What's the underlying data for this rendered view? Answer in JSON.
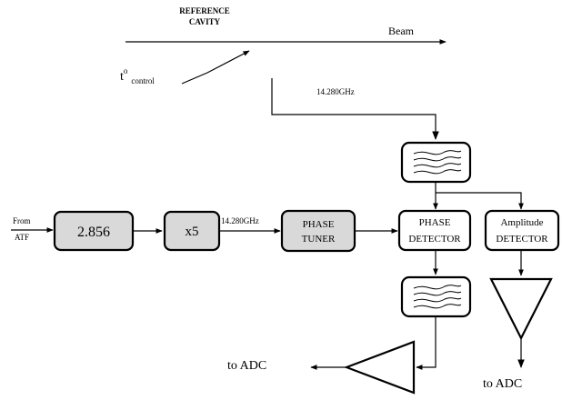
{
  "title": {
    "line1": "REFERENCE",
    "line2": "CAVITY"
  },
  "labels": {
    "beam": "Beam",
    "t_base": "t",
    "t_super": "o",
    "t_sub": "control",
    "freq_top": "14.280GHz",
    "freq_mid": "14.280GHz",
    "from_line1": "From",
    "from_line2": "ATF",
    "to_adc_left": "to ADC",
    "to_adc_right": "to ADC"
  },
  "blocks": {
    "source": "2.856",
    "multiplier": "x5",
    "phase_tuner_line1": "PHASE",
    "phase_tuner_line2": "TUNER",
    "phase_detector_line1": "PHASE",
    "phase_detector_line2": "DETECTOR",
    "amplitude_detector_line1": "Amplitude",
    "amplitude_detector_line2": "DETECTOR"
  },
  "colors": {
    "block_fill": "#d9d9d9",
    "stroke": "#000000"
  }
}
